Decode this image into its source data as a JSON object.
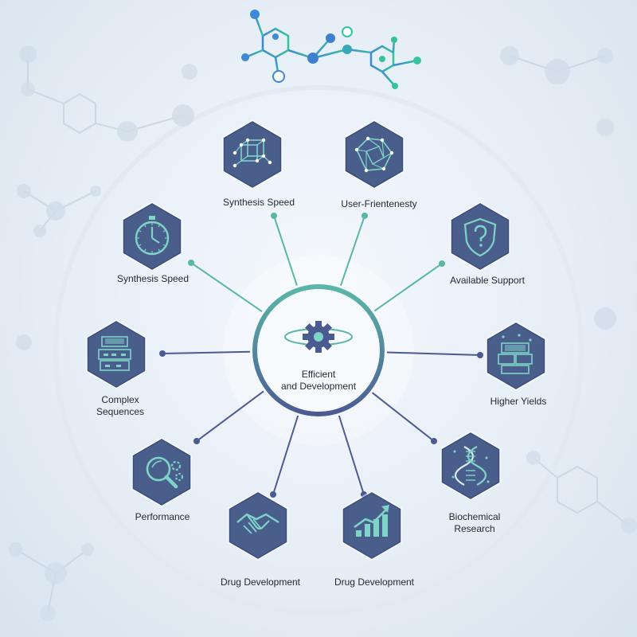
{
  "center": {
    "label": "Efficient\nand Development",
    "icon": "gear-eye-icon"
  },
  "nodes": [
    {
      "id": "synthesis-speed-top",
      "label": "Synthesis Speed",
      "icon": "network-cube-icon"
    },
    {
      "id": "user-frientenesty",
      "label": "User-Frientenesty",
      "icon": "network-gem-icon"
    },
    {
      "id": "available-support",
      "label": "Available Support",
      "icon": "shield-question-icon"
    },
    {
      "id": "higher-yields",
      "label": "Higher Yields",
      "icon": "stacked-blocks-icon"
    },
    {
      "id": "biochemical-research",
      "label": "Biochemical\nResearch",
      "icon": "dna-icon"
    },
    {
      "id": "drug-development-right",
      "label": "Drug Development",
      "icon": "growth-chart-icon"
    },
    {
      "id": "drug-development-left",
      "label": "Drug Development",
      "icon": "handshake-icon"
    },
    {
      "id": "performance",
      "label": "Performance",
      "icon": "magnifier-gear-icon"
    },
    {
      "id": "complex-sequences",
      "label": "Complex\nSequences",
      "icon": "sequence-blocks-icon"
    },
    {
      "id": "synthesis-speed-left",
      "label": "Synthesis Speed",
      "icon": "stopwatch-icon"
    }
  ],
  "colors": {
    "hex_fill": "#4a5e8c",
    "icon_stroke": "#7fd4c8",
    "teal": "#5ab7a8",
    "indigo": "#4c5a92"
  }
}
